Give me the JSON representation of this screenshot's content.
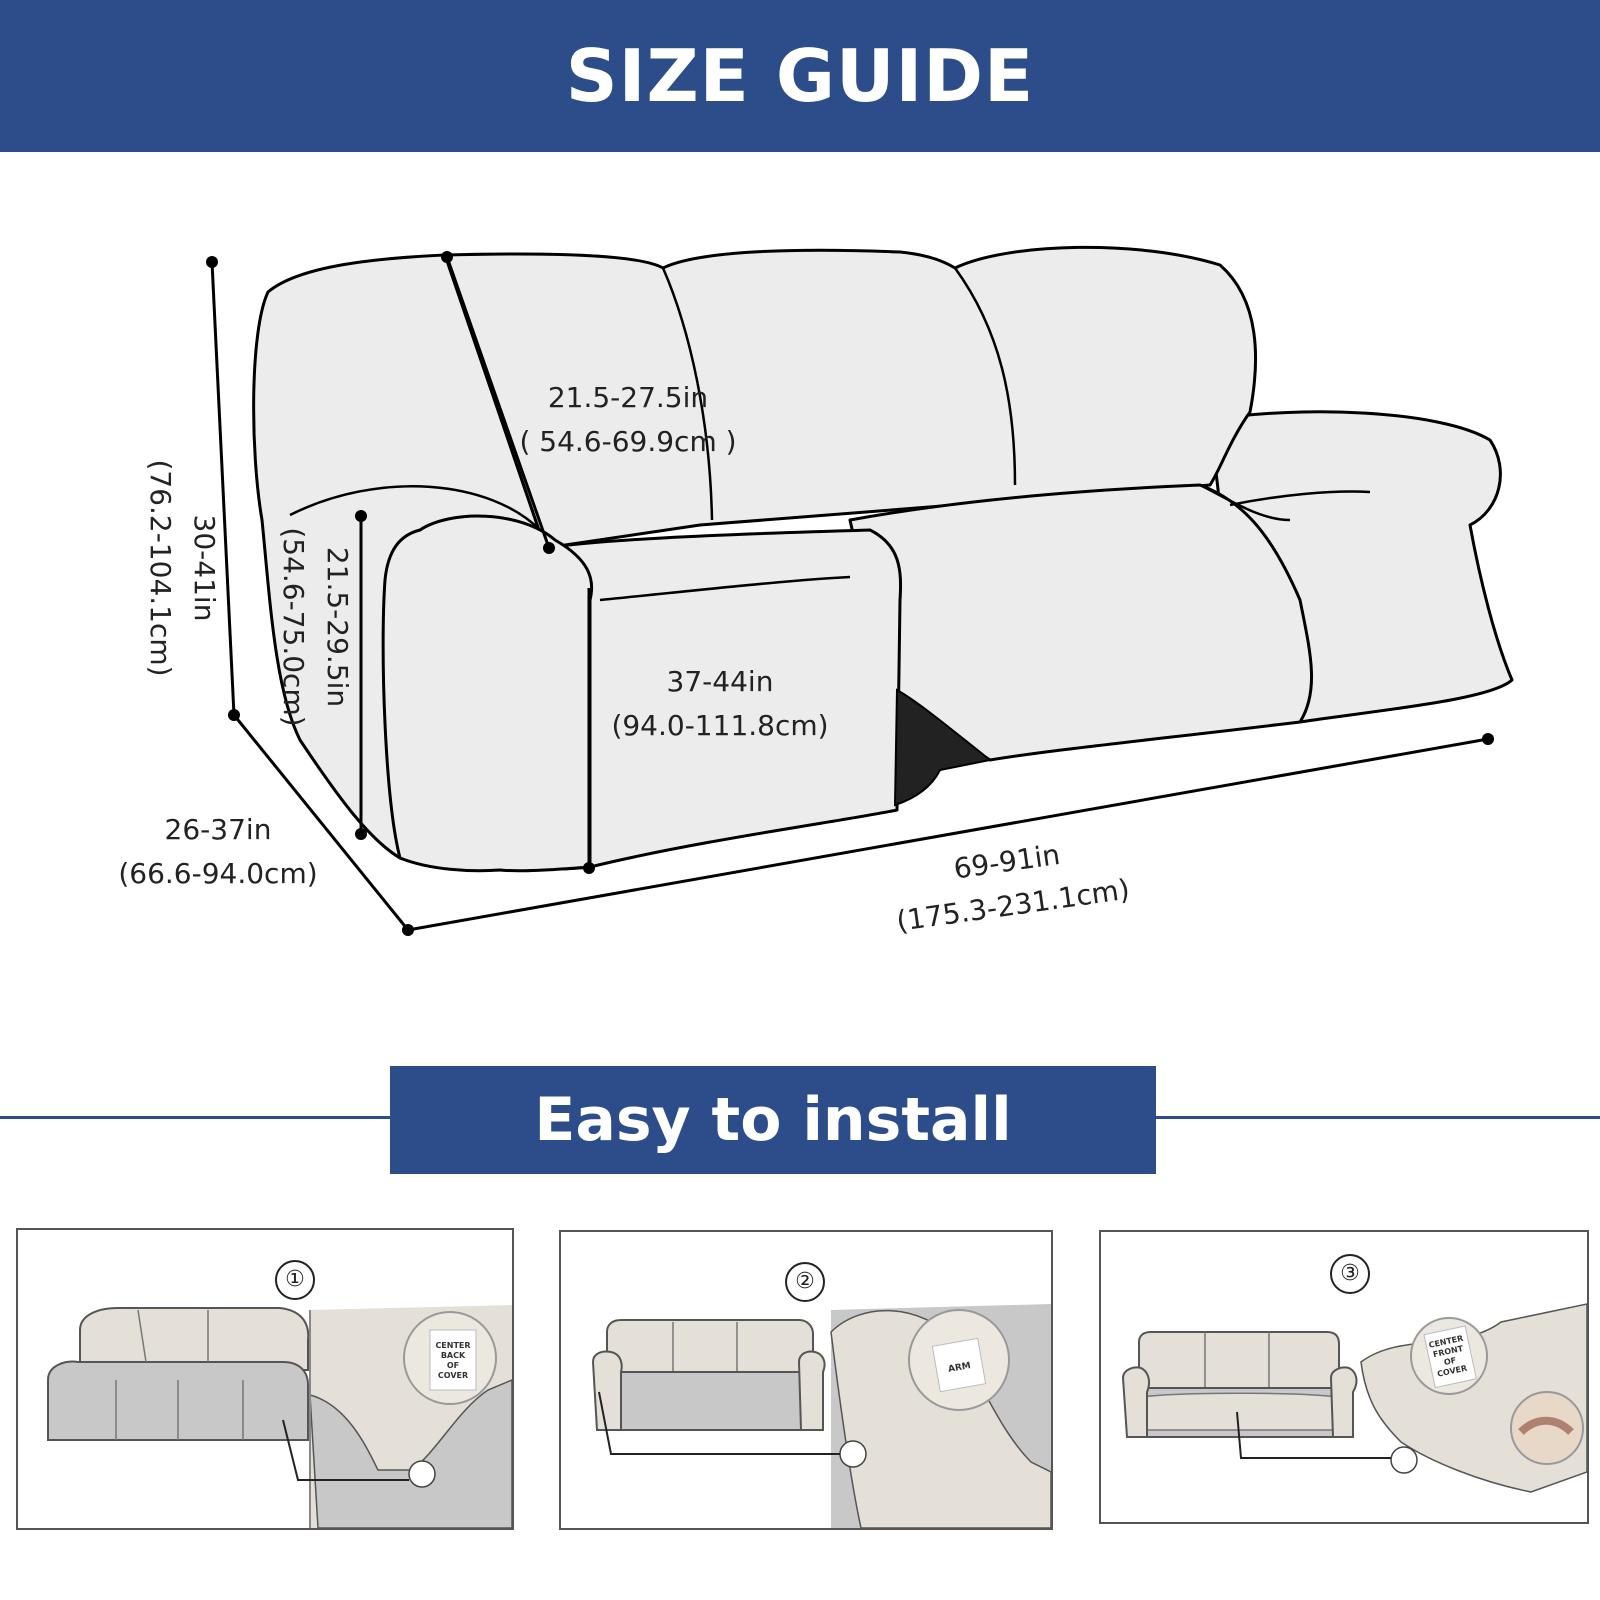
{
  "header": {
    "title": "SIZE GUIDE"
  },
  "dimensions": {
    "back_height": {
      "in": "30-41in",
      "cm": "(76.2-104.1cm)"
    },
    "arm_height": {
      "in": "21.5-29.5in",
      "cm": "(54.6-75.0cm)"
    },
    "back_depth": {
      "in": "21.5-27.5in",
      "cm": "( 54.6-69.9cm )"
    },
    "seat_width": {
      "in": "37-44in",
      "cm": "(94.0-111.8cm)"
    },
    "depth": {
      "in": "26-37in",
      "cm": "(66.6-94.0cm)"
    },
    "total_width": {
      "in": "69-91in",
      "cm": "(175.3-231.1cm)"
    }
  },
  "install": {
    "title": "Easy to install",
    "steps": [
      {
        "number": "①",
        "tag": [
          "CENTER",
          "BACK",
          "OF",
          "COVER"
        ]
      },
      {
        "number": "②",
        "tag": [
          "ARM"
        ]
      },
      {
        "number": "③",
        "tag": [
          "CENTER",
          "FRONT",
          "OF",
          "COVER"
        ]
      }
    ]
  },
  "colors": {
    "banner": "#2d4d8a",
    "sofa_fill": "#ececec",
    "cover_fill": "#e4e0d8",
    "sofa_gray": "#c8c8c8"
  }
}
